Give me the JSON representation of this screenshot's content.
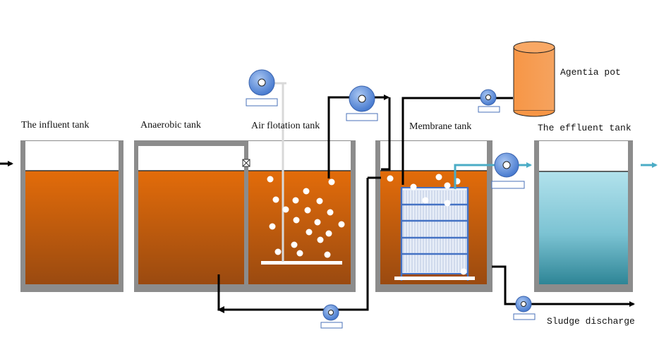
{
  "labels": {
    "influent_tank": "The influent tank",
    "anaerobic_tank": "Anaerobic tank",
    "air_flotation_tank": "Air flotation tank",
    "membrane_tank": "Membrane tank",
    "effluent_tank": "The effluent tank",
    "agentia_pot": "Agentia pot",
    "sludge_discharge": "Sludge discharge"
  },
  "colors": {
    "tank_frame": "#8c8c8c",
    "sludge_top": "#e36c0a",
    "sludge_bottom": "#9a4a10",
    "effluent_top": "#a8dde8",
    "effluent_bottom": "#2e8596",
    "pump_blue": "#5b8fe0",
    "pipe_black": "#000000",
    "pipe_blue": "#4bacc6",
    "pot_orange": "#f79646",
    "membrane_blue": "#4472c4"
  }
}
